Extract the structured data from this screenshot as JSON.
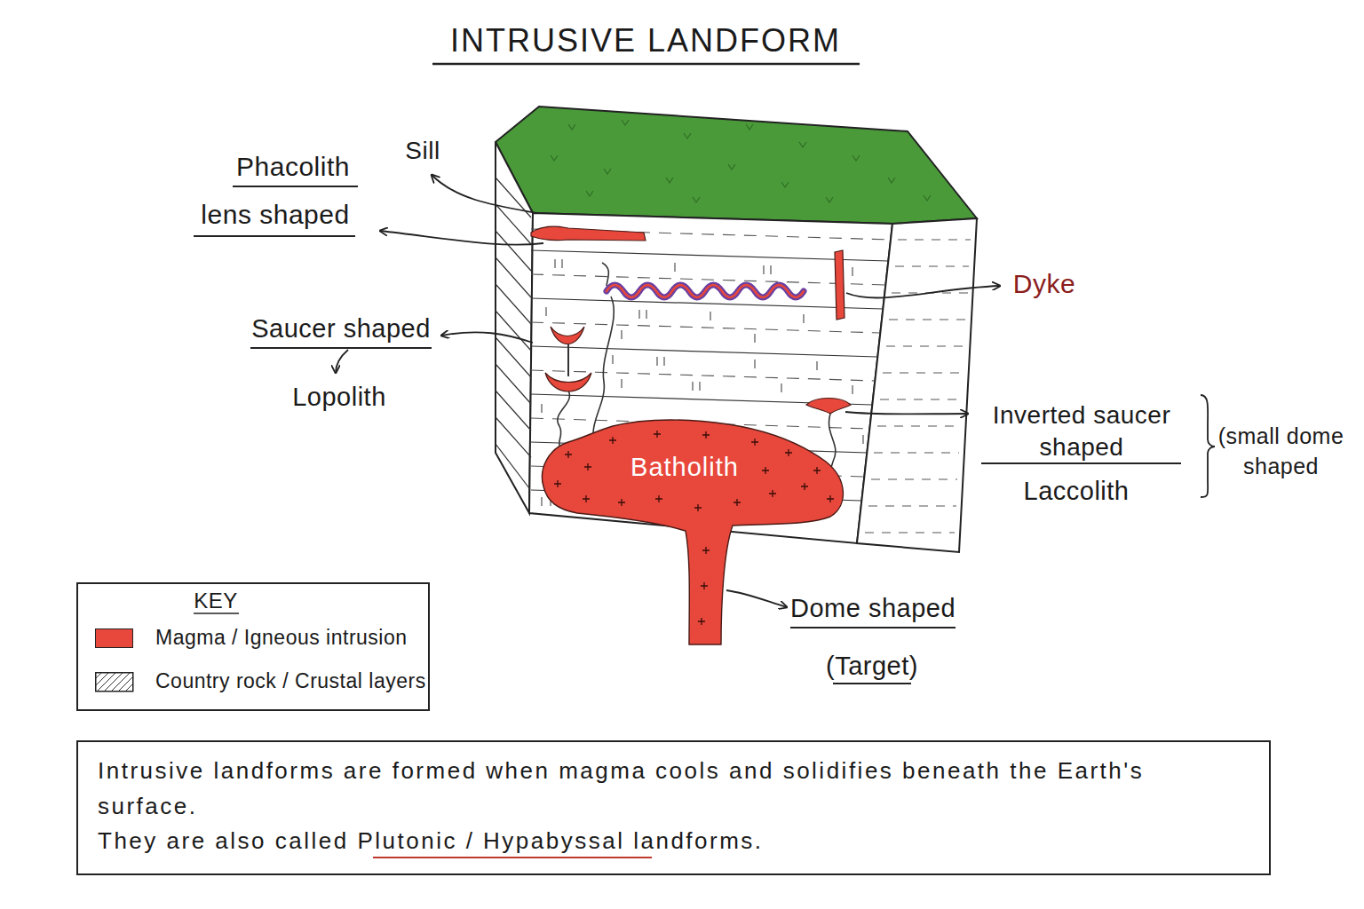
{
  "diagram": {
    "title": "INTRUSIVE LANDFORM",
    "caption": "Intrusive landforms are formed when magma cools and solidifies beneath the Earth's surface.",
    "nodes": [
      {
        "text": [
          "Batholith"
        ]
      }
    ],
    "labels": [
      "Phacolith",
      "lens shaped",
      "Sill",
      "Dyke",
      "Saucer shaped",
      "Lopolith",
      "Inverted saucer shaped",
      "Laccolith",
      "(small dome shaped",
      "Dome shaped",
      "(Target)",
      "KEY",
      "They are also called Plutonic / Hypabyssal landforms."
    ],
    "legend": [
      {
        "text": "Magma / Igneous intrusion",
        "color": "#e8473b"
      },
      {
        "text": "Country rock / Crustal layers"
      }
    ]
  }
}
